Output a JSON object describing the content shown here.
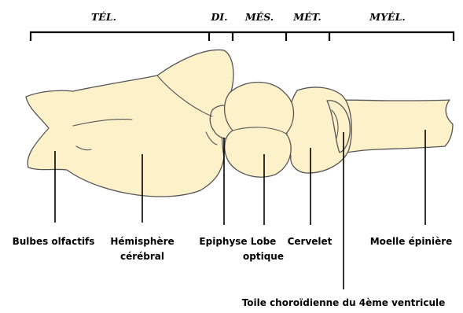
{
  "regions": {
    "tel": "TÉL.",
    "di": "DI.",
    "mes": "MÉS.",
    "met": "MÉT.",
    "myel": "MYÉL."
  },
  "parts": {
    "bulbes_olfactifs": "Bulbes olfactifs",
    "hemisphere_line1": "Hémisphère",
    "hemisphere_line2": "cérébral",
    "epiphyse": "Epiphyse",
    "lobe_line1": "Lobe",
    "lobe_line2": "optique",
    "cervelet": "Cervelet",
    "moelle_epiniere": "Moelle épinière",
    "toile_choroidienne": "Toile choroïdienne du 4ème ventricule"
  },
  "colors": {
    "tissue": "#fcf1c9",
    "outline": "#555555",
    "ink": "#000000"
  }
}
